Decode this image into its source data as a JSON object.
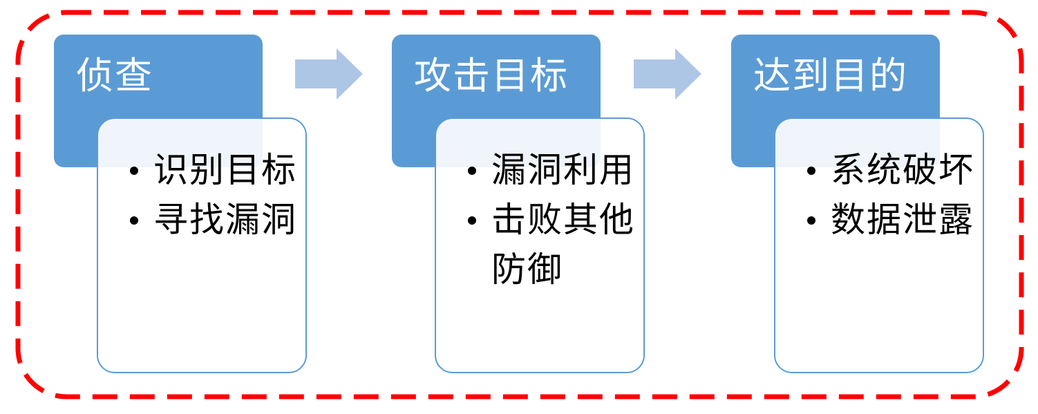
{
  "colors": {
    "header_fill": "#5b9bd5",
    "detail_border": "#5b9bd5",
    "arrow_fill": "#aec6e6",
    "frame_dash": "#ff0000"
  },
  "stages": [
    {
      "title": "侦查",
      "items": [
        "识别目标",
        "寻找漏洞"
      ]
    },
    {
      "title": "攻击目标",
      "items": [
        "漏洞利用",
        "击败其他防御"
      ]
    },
    {
      "title": "达到目的",
      "items": [
        "系统破坏",
        "数据泄露"
      ]
    }
  ]
}
